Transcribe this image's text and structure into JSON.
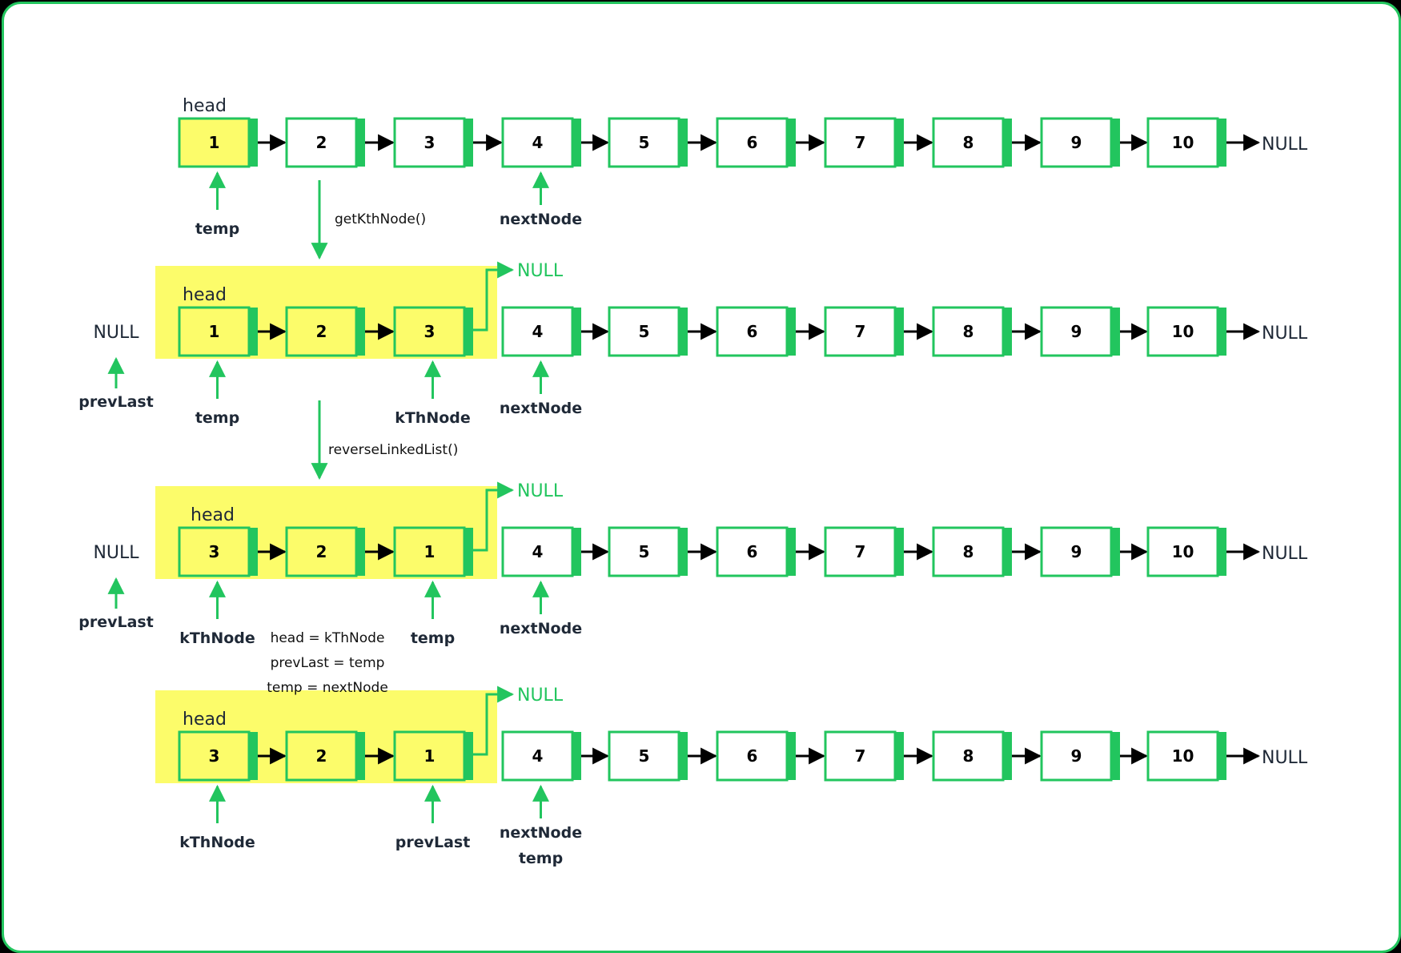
{
  "colors": {
    "accent": "#22c55e",
    "highlight": "#fcfc6a",
    "frame": "#22c55e",
    "text": "#1f2937"
  },
  "rows": [
    {
      "nodes": [
        "1",
        "2",
        "3",
        "4",
        "5",
        "6",
        "7",
        "8",
        "9",
        "10"
      ],
      "head_label": "head",
      "end_label": "NULL",
      "pointers": [
        {
          "label": "temp",
          "node": 0
        },
        {
          "label": "nextNode",
          "node": 3
        }
      ]
    },
    {
      "nodes": [
        "1",
        "2",
        "3",
        "4",
        "5",
        "6",
        "7",
        "8",
        "9",
        "10"
      ],
      "head_label": "head",
      "end_label": "NULL",
      "group_null_label": "NULL",
      "left_null_label": "NULL",
      "left_pointer_label": "prevLast",
      "pointers": [
        {
          "label": "temp",
          "node": 0
        },
        {
          "label": "kThNode",
          "node": 2
        },
        {
          "label": "nextNode",
          "node": 3
        }
      ]
    },
    {
      "nodes": [
        "3",
        "2",
        "1",
        "4",
        "5",
        "6",
        "7",
        "8",
        "9",
        "10"
      ],
      "head_label": "head",
      "end_label": "NULL",
      "group_null_label": "NULL",
      "left_null_label": "NULL",
      "left_pointer_label": "prevLast",
      "pointers": [
        {
          "label": "kThNode",
          "node": 0
        },
        {
          "label": "temp",
          "node": 2
        },
        {
          "label": "nextNode",
          "node": 3
        }
      ]
    },
    {
      "nodes": [
        "3",
        "2",
        "1",
        "4",
        "5",
        "6",
        "7",
        "8",
        "9",
        "10"
      ],
      "head_label": "head",
      "end_label": "NULL",
      "group_null_label": "NULL",
      "pointers": [
        {
          "label": "kThNode",
          "node": 0
        },
        {
          "label": "prevLast",
          "node": 2
        },
        {
          "label": "nextNode",
          "node": 3,
          "extra_label": "temp"
        }
      ]
    }
  ],
  "steps": [
    "getKthNode()",
    "reverseLinkedList()"
  ],
  "assignments": [
    "head = kThNode",
    "prevLast = temp",
    "temp = nextNode"
  ]
}
